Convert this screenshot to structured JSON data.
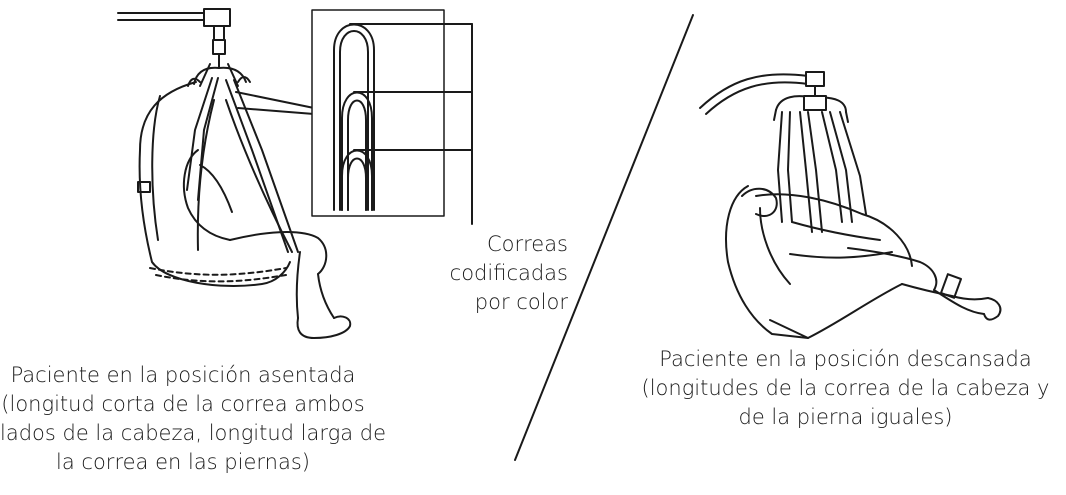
{
  "captions": {
    "strap_label": [
      "Correas",
      "codificadas",
      "por color"
    ],
    "left": [
      "Paciente en la posición asentada",
      "(longitud corta de la correa ambos",
      "lados de la cabeza, longitud larga de",
      "la correa en las piernas)"
    ],
    "right": [
      "Paciente en la posición descansada",
      "(longitudes de la correa de la cabeza y",
      "de la pierna iguales)"
    ]
  },
  "colors": {
    "ink": "#1a1a1a",
    "background": "#ffffff"
  }
}
